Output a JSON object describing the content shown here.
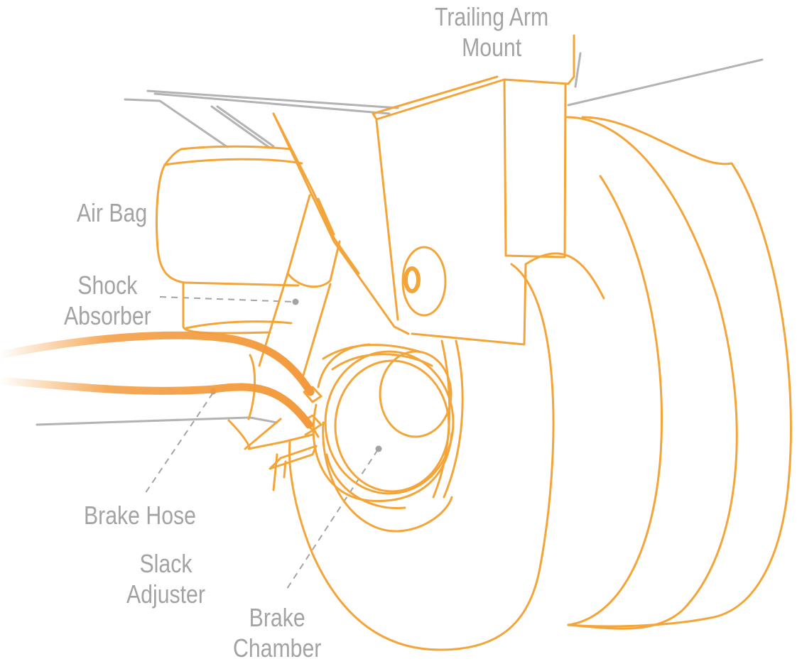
{
  "colors": {
    "outline": "#f4a53a",
    "hose": "#f39a3c",
    "frame": "#b3b3b3",
    "label": "#a3a3a3",
    "leader": "#a3a3a3"
  },
  "labels": {
    "trailing_arm_mount": {
      "line1": "Trailing Arm",
      "line2": "Mount"
    },
    "air_bag": {
      "line1": "Air Bag"
    },
    "shock_absorber": {
      "line1": "Shock",
      "line2": "Absorber"
    },
    "brake_hose": {
      "line1": "Brake Hose"
    },
    "slack_adjuster": {
      "line1": "Slack",
      "line2": "Adjuster"
    },
    "brake_chamber": {
      "line1": "Brake",
      "line2": "Chamber"
    }
  }
}
